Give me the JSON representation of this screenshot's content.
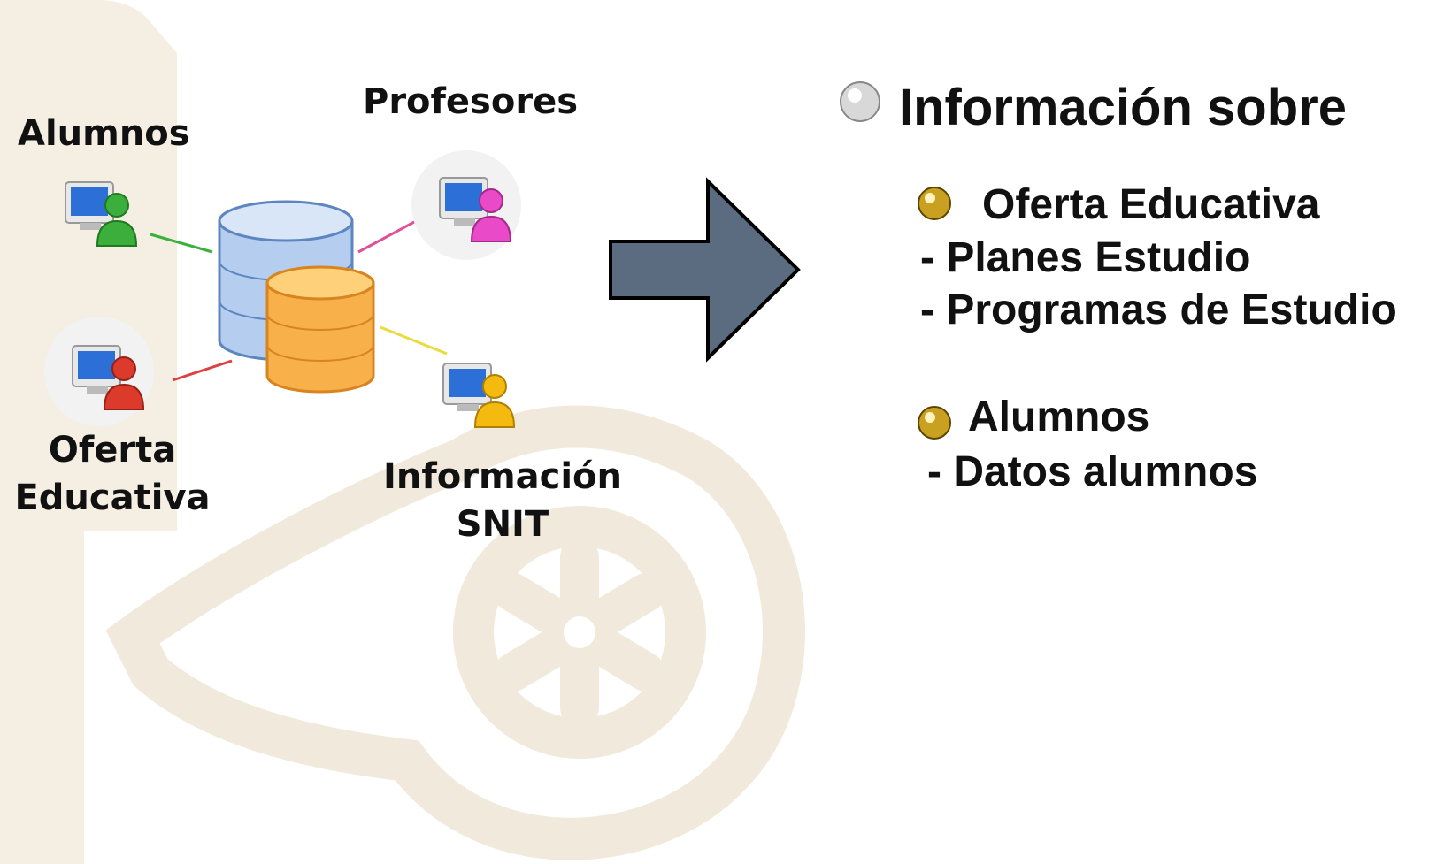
{
  "diagram": {
    "nodes": {
      "alumnos": "Alumnos",
      "profesores": "Profesores",
      "oferta_line1": "Oferta",
      "oferta_line2": "Educativa",
      "snit_line1": "Información",
      "snit_line2": "SNIT"
    }
  },
  "info": {
    "title": "Información sobre",
    "oferta_heading": "Oferta Educativa",
    "planes": "- Planes Estudio",
    "programas": "- Programas de Estudio",
    "alumnos_heading": "Alumnos",
    "datos": "- Datos alumnos"
  },
  "colors": {
    "watermark": "#f3ede0",
    "arrow": "#5b6b80",
    "alumnos_user": "#2e9a2e",
    "profesores_user": "#e040c0",
    "oferta_user": "#d63a2a",
    "snit_user": "#f4b800",
    "db_blue": "#a9c6ea",
    "db_orange": "#f7a640"
  },
  "icons": {
    "user_computer": "user-computer-icon",
    "database": "database-icon",
    "bullet": "bullet-icon",
    "arrow": "right-arrow-icon"
  }
}
